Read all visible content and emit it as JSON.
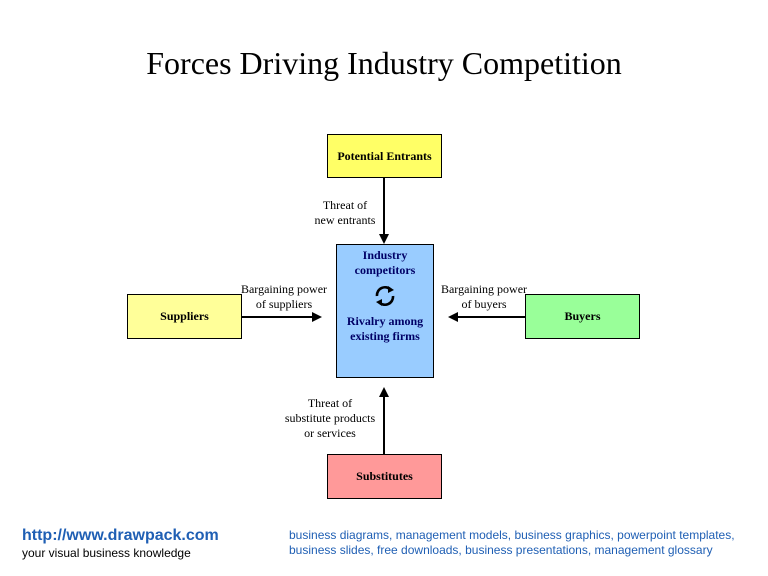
{
  "title": "Forces Driving Industry Competition",
  "boxes": {
    "potential_entrants": "Potential Entrants",
    "suppliers": "Suppliers",
    "buyers": "Buyers",
    "substitutes": "Substitutes",
    "center_top": "Industry\ncompetitors",
    "center_bottom": "Rivalry among\nexisting firms"
  },
  "labels": {
    "new_entrants": "Threat of\nnew entrants",
    "supplier_power": "Bargaining power\nof suppliers",
    "buyer_power": "Bargaining power\nof buyers",
    "substitutes_threat": "Threat of\nsubstitute products\nor services"
  },
  "colors": {
    "entrants": "#ffff66",
    "suppliers": "#ffff99",
    "buyers": "#99ff99",
    "substitutes": "#ff9999",
    "center": "#99ccff"
  },
  "icons": {
    "center": "cycle-arrows-icon"
  },
  "footer": {
    "url": "http://www.drawpack.com",
    "tagline": "your visual business knowledge",
    "keywords": "business diagrams, management models, business graphics, powerpoint templates, business slides, free downloads, business presentations, management glossary"
  }
}
